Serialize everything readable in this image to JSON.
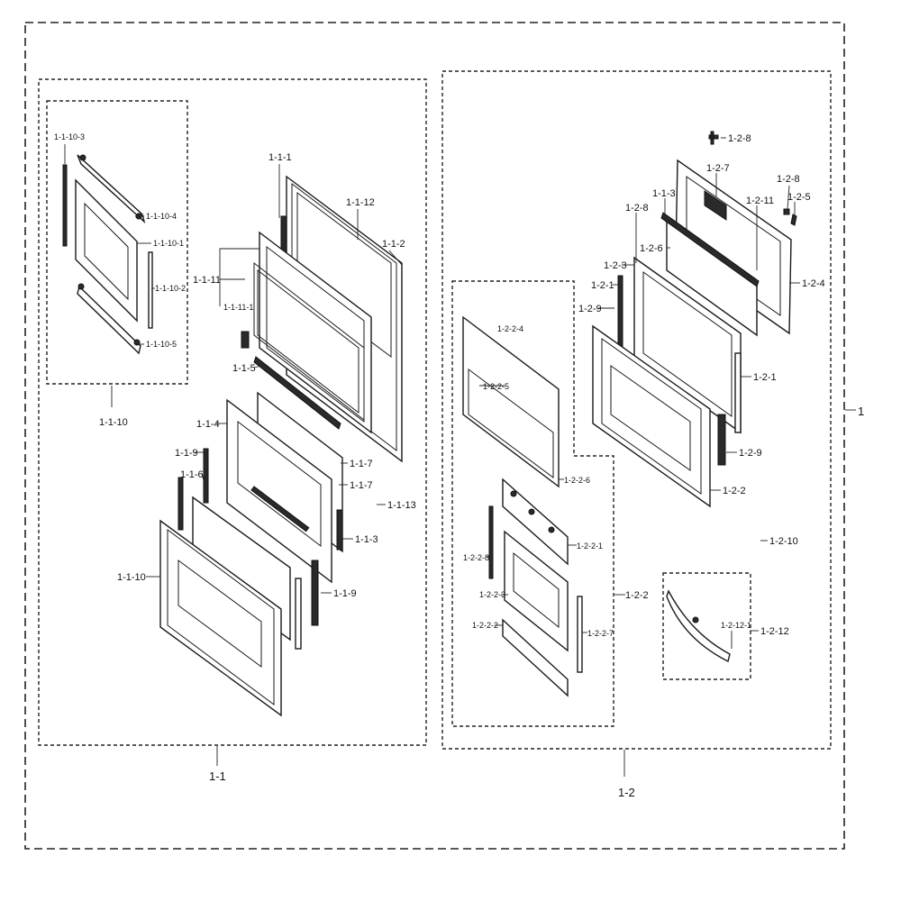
{
  "groups": {
    "root": "1",
    "g11": "1-1",
    "g12": "1-2",
    "g1110": "1-1-10",
    "g122": "1-2-2",
    "g1212": "1-2-12"
  },
  "labels": {
    "l1": "1-1-1",
    "l12": "1-1-12",
    "l2": "1-1-2",
    "l11": "1-1-11",
    "l1111": "1-1-11-1",
    "l5": "1-1-5",
    "l4": "1-1-4",
    "l9a": "1-1-9",
    "l6": "1-1-6",
    "l7a": "1-1-7",
    "l7b": "1-1-7",
    "l13": "1-1-13",
    "l3": "1-1-3",
    "l9b": "1-1-9",
    "l10main": "1-1-10",
    "l1103": "1-1-10-3",
    "l1104": "1-1-10-4",
    "l1101": "1-1-10-1",
    "l1102": "1-1-10-2",
    "l1105": "1-1-10-5",
    "r28top": "1-2-8",
    "r27": "1-2-7",
    "r28b": "1-2-8",
    "r25": "1-2-5",
    "r13": "1-1-3",
    "r211": "1-2-11",
    "r28c": "1-2-8",
    "r26": "1-2-6",
    "r24": "1-2-4",
    "r23": "1-2-3",
    "r21a": "1-2-1",
    "r29a": "1-2-9",
    "r21b": "1-2-1",
    "r29b": "1-2-9",
    "r22": "1-2-2",
    "r210": "1-2-10",
    "r224": "1-2-2-4",
    "r225": "1-2-2-5",
    "r226": "1-2-2-6",
    "r221": "1-2-2-1",
    "r228": "1-2-2-8",
    "r223": "1-2-2-3",
    "r222": "1-2-2-2",
    "r227": "1-2-2-7",
    "r2121": "1-2-12-1",
    "r212": "1-2-12"
  }
}
